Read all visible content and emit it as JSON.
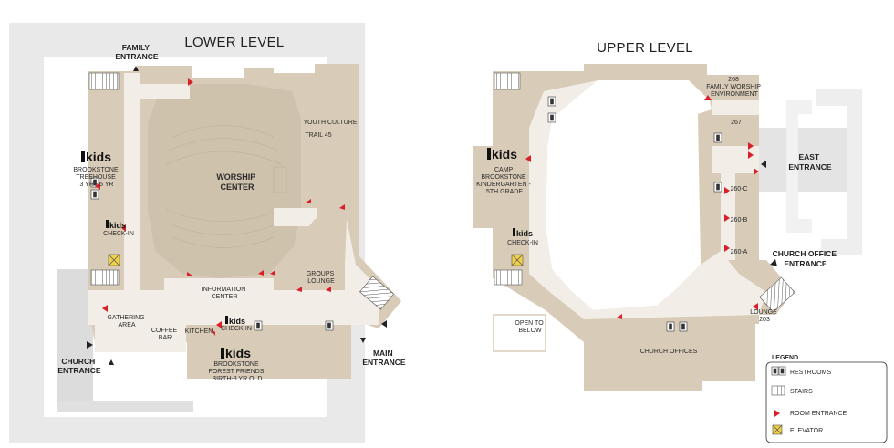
{
  "lower": {
    "title": "LOWER LEVEL",
    "family_entrance": [
      "FAMILY",
      "ENTRANCE"
    ],
    "church_entrance": [
      "CHURCH",
      "ENTRANCE"
    ],
    "main_entrance": [
      "MAIN",
      "ENTRANCE"
    ],
    "kids": "kids",
    "treehouse": [
      "BROOKSTONE",
      "TREEHOUSE",
      "3 YR - 5 YR"
    ],
    "kids_checkin_1": "CHECK-IN",
    "worship_center": [
      "WORSHIP",
      "CENTER"
    ],
    "youth_culture": "YOUTH CULTURE",
    "trail": "TRAIL 45",
    "groups_lounge": [
      "GROUPS",
      "LOUNGE"
    ],
    "information_center": [
      "INFORMATION",
      "CENTER"
    ],
    "gathering_area": [
      "GATHERING",
      "AREA"
    ],
    "coffee_bar": [
      "COFFEE",
      "BAR"
    ],
    "kitchen": "KITCHEN",
    "kids_checkin_2": "CHECK-IN",
    "forest_friends": [
      "BROOKSTONE",
      "FOREST FRIENDS",
      "BIRTH-3 YR OLD"
    ]
  },
  "upper": {
    "title": "UPPER LEVEL",
    "camp": [
      "CAMP",
      "BROOKSTONE",
      "KINDERGARTEN -",
      "5TH GRADE"
    ],
    "kids": "kids",
    "kids_checkin": "CHECK-IN",
    "room_268": [
      "268",
      "FAMILY WORSHIP",
      "ENVIRONMENT"
    ],
    "room_267": "267",
    "room_260c": "260-C",
    "room_260b": "260-B",
    "room_260a": "260-A",
    "east_entrance": [
      "EAST",
      "ENTRANCE"
    ],
    "church_office_entrance": [
      "CHURCH OFFICE",
      "ENTRANCE"
    ],
    "lounge": [
      "LOUNGE",
      "203"
    ],
    "open_to_below": [
      "OPEN TO",
      "BELOW"
    ],
    "church_offices": "CHURCH OFFICES"
  },
  "legend": {
    "title": "LEGEND",
    "items": [
      "RESTROOMS",
      "STAIRS",
      "ROOM ENTRANCE",
      "ELEVATOR"
    ]
  },
  "colors": {
    "room": "#d8cbb7",
    "corridor": "#f2ede6",
    "outline": "#e6e6e6",
    "entrance_marker": "#d9202a",
    "elevator": "#efd04a"
  }
}
